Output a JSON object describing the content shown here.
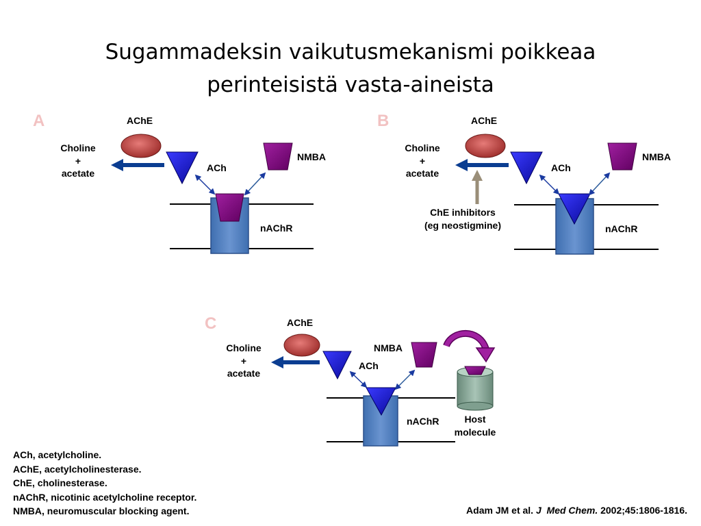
{
  "title": {
    "line1": "Sugammadeksin vaikutusmekanismi poikkeaa",
    "line2": "perinteisistä vasta-aineista"
  },
  "labels": {
    "ache": "AChE",
    "choline": "Choline",
    "plus": "+",
    "acetate": "acetate",
    "ach": "ACh",
    "nmba": "NMBA",
    "nachr": "nAChR",
    "che_inhibitors_1": "ChE inhibitors",
    "che_inhibitors_2": "(eg  neostigmine)",
    "host_1": "Host",
    "host_2": "molecule"
  },
  "panels": {
    "a": "A",
    "b": "B",
    "c": "C"
  },
  "abbreviations": [
    "ACh, acetylcholine.",
    "AChE, acetylcholinesterase.",
    "ChE, cholinesterase.",
    "nAChR, nicotinic acetylcholine receptor.",
    "NMBA, neuromuscular blocking agent."
  ],
  "reference": {
    "authors": "Adam JM et al. ",
    "journal_1": "J",
    "journal_2": "Med Chem.",
    "details": " 2002;45:1806-1816."
  },
  "colors": {
    "ache_red": "#c0403e",
    "ach_blue": "#1a1ad6",
    "nmba_purple": "#800080",
    "receptor_blue": "#4f7fbf",
    "arrow_navy": "#0b3d91",
    "host_green": "#7f9f8f",
    "inhibitor_arrow": "#9a8e78",
    "panel_letter": "#f2c2c2"
  }
}
